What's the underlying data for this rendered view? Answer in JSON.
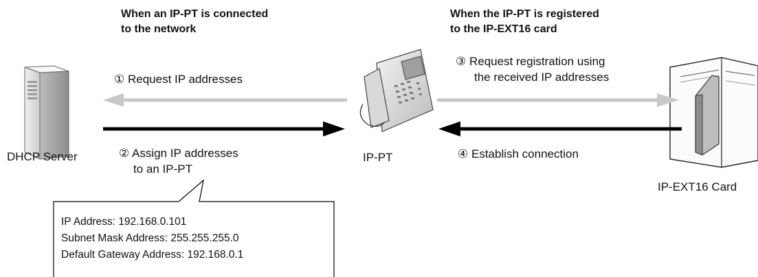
{
  "headings": {
    "left_line1": "When an IP-PT is connected",
    "left_line2": "to the network",
    "right_line1": "When the IP-PT is registered",
    "right_line2": "to the IP-EXT16 card"
  },
  "devices": {
    "dhcp_label": "DHCP Server",
    "ippt_label": "IP-PT",
    "card_label": "IP-EXT16 Card"
  },
  "steps": {
    "s1_num": "①",
    "s1_text": "Request IP addresses",
    "s2_num": "②",
    "s2_line1": "Assign IP addresses",
    "s2_line2": "to an IP-PT",
    "s3_num": "③",
    "s3_line1": "Request registration using",
    "s3_line2": "the received IP addresses",
    "s4_num": "④",
    "s4_text": "Establish connection"
  },
  "callout": {
    "line1": "IP Address: 192.168.0.101",
    "line2": "Subnet Mask Address: 255.255.255.0",
    "line3": "Default Gateway Address: 192.168.0.1"
  },
  "colors": {
    "arrow_light": "#c8c8c8",
    "arrow_dark": "#000000"
  }
}
